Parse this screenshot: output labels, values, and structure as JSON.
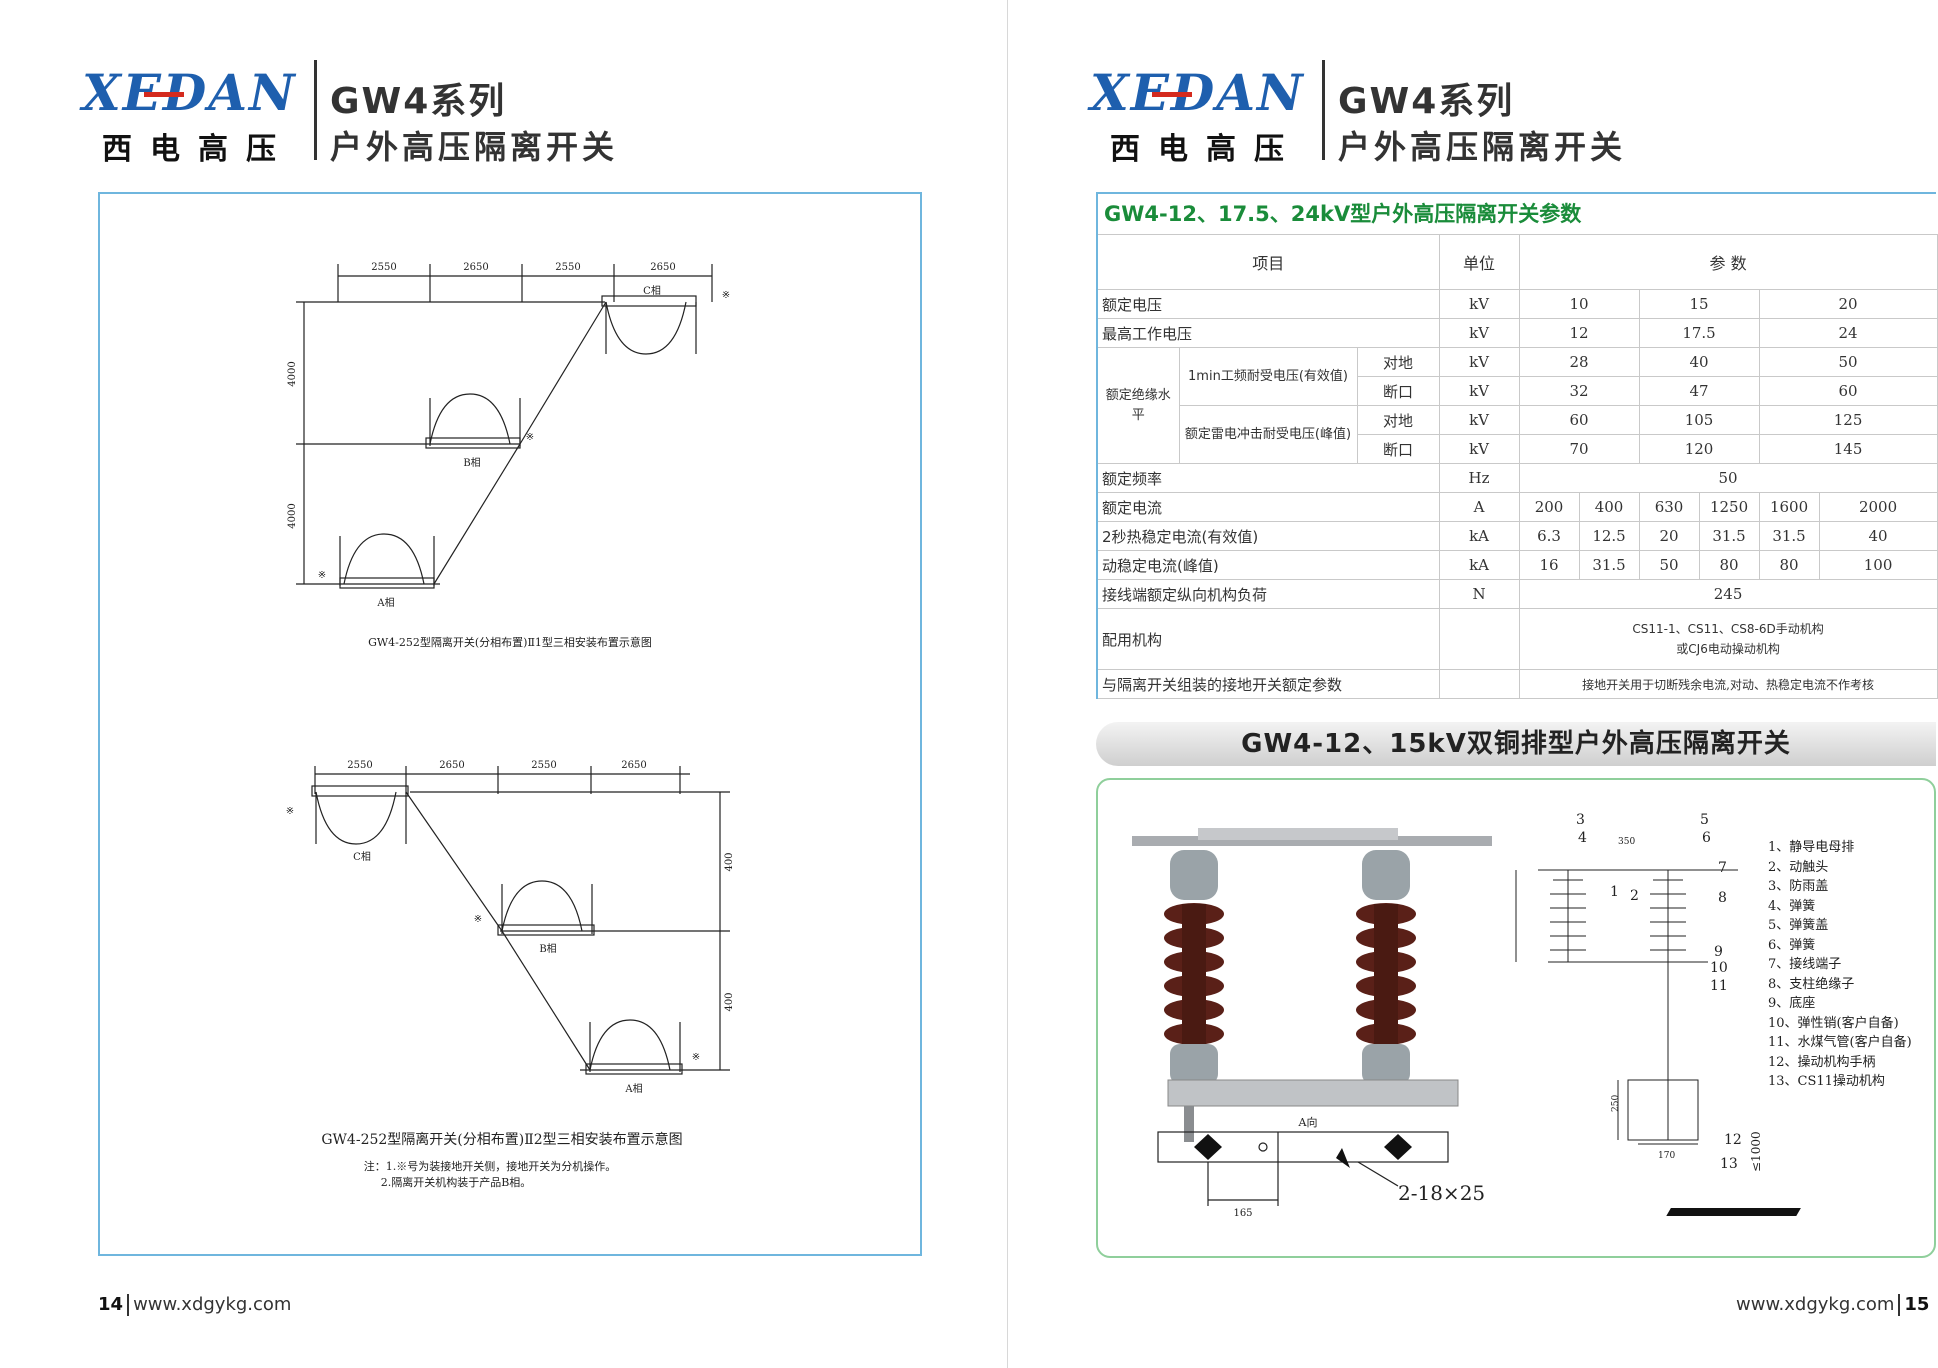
{
  "brand": {
    "logo_text": "XEDAN",
    "logo_cn": "西电高压",
    "series": "GW4系列",
    "product": "户外高压隔离开关",
    "logo_color": "#1e5fae",
    "accent_red": "#d42a1e"
  },
  "left": {
    "diagram1": {
      "dims_top": [
        "2550",
        "2650",
        "2550",
        "2650"
      ],
      "dims_side": [
        "4000",
        "4000"
      ],
      "phase_a": "A相",
      "phase_b": "B相",
      "phase_c": "C相",
      "mark": "※",
      "caption": "GW4-252型隔离开关(分相布置)Ⅱ1型三相安装布置示意图"
    },
    "diagram2": {
      "dims_top": [
        "2550",
        "2650",
        "2550",
        "2650"
      ],
      "dims_side": [
        "400",
        "400"
      ],
      "phase_a": "A相",
      "phase_b": "B相",
      "phase_c": "C相",
      "mark": "※",
      "caption": "GW4-252型隔离开关(分相布置)Ⅱ2型三相安装布置示意图",
      "note1": "注：1.※号为装接地开关侧，接地开关为分机操作。",
      "note2": "2.隔离开关机构装于产品B相。"
    },
    "footer": {
      "page": "14",
      "url": "www.xdgykg.com"
    }
  },
  "right": {
    "table_title": "GW4-12、17.5、24kV型户外高压隔离开关参数",
    "headers": {
      "item": "项目",
      "unit": "单位",
      "param": "参 数"
    },
    "rows": {
      "rated_voltage": {
        "label": "额定电压",
        "unit": "kV",
        "v": [
          "10",
          "15",
          "20"
        ]
      },
      "max_voltage": {
        "label": "最高工作电压",
        "unit": "kV",
        "v": [
          "12",
          "17.5",
          "24"
        ]
      },
      "insulation": {
        "label": "额定绝缘水平",
        "pf_label": "1min工频耐受电压(有效值)",
        "li_label": "额定雷电冲击耐受电压(峰值)",
        "ground": "对地",
        "break": "断口",
        "unit": "kV",
        "pf_ground": [
          "28",
          "40",
          "50"
        ],
        "pf_break": [
          "32",
          "47",
          "60"
        ],
        "li_ground": [
          "60",
          "105",
          "125"
        ],
        "li_break": [
          "70",
          "120",
          "145"
        ]
      },
      "frequency": {
        "label": "额定频率",
        "unit": "Hz",
        "v": "50"
      },
      "current": {
        "label": "额定电流",
        "unit": "A",
        "v": [
          "200",
          "400",
          "630",
          "1250",
          "1600",
          "2000"
        ]
      },
      "thermal": {
        "label": "2秒热稳定电流(有效值)",
        "unit": "kA",
        "v": [
          "6.3",
          "12.5",
          "20",
          "31.5",
          "31.5",
          "40"
        ]
      },
      "dynamic": {
        "label": "动稳定电流(峰值)",
        "unit": "kA",
        "v": [
          "16",
          "31.5",
          "50",
          "80",
          "80",
          "100"
        ]
      },
      "terminal_load": {
        "label": "接线端额定纵向机构负荷",
        "unit": "N",
        "v": "245"
      },
      "mechanism": {
        "label": "配用机构",
        "v1": "CS11-1、CS11、CS8-6D手动机构",
        "v2": "或CJ6电动操动机构"
      },
      "earth_switch": {
        "label": "与隔离开关组装的接地开关额定参数",
        "v": "接地开关用于切断残余电流,对动、热稳定电流不作考核"
      }
    },
    "section_title": "GW4-12、15kV双铜排型户外高压隔离开关",
    "drawing": {
      "view_label": "A向",
      "hole_spec": "2-18×25",
      "dim_165": "165",
      "dim_350": "350",
      "dim_250": "250",
      "dim_170": "170",
      "dim_1000": "≤1000",
      "callouts": [
        "1",
        "2",
        "3",
        "4",
        "5",
        "6",
        "7",
        "8",
        "9",
        "10",
        "11",
        "12",
        "13"
      ]
    },
    "legend": [
      "1、静导电母排",
      "2、动触头",
      "3、防雨盖",
      "4、弹簧",
      "5、弹簧盖",
      "6、弹簧",
      "7、接线端子",
      "8、支柱绝缘子",
      "9、底座",
      "10、弹性销(客户自备)",
      "11、水煤气管(客户自备)",
      "12、操动机构手柄",
      "13、CS11操动机构"
    ],
    "footer": {
      "page": "15",
      "url": "www.xdgykg.com"
    }
  }
}
